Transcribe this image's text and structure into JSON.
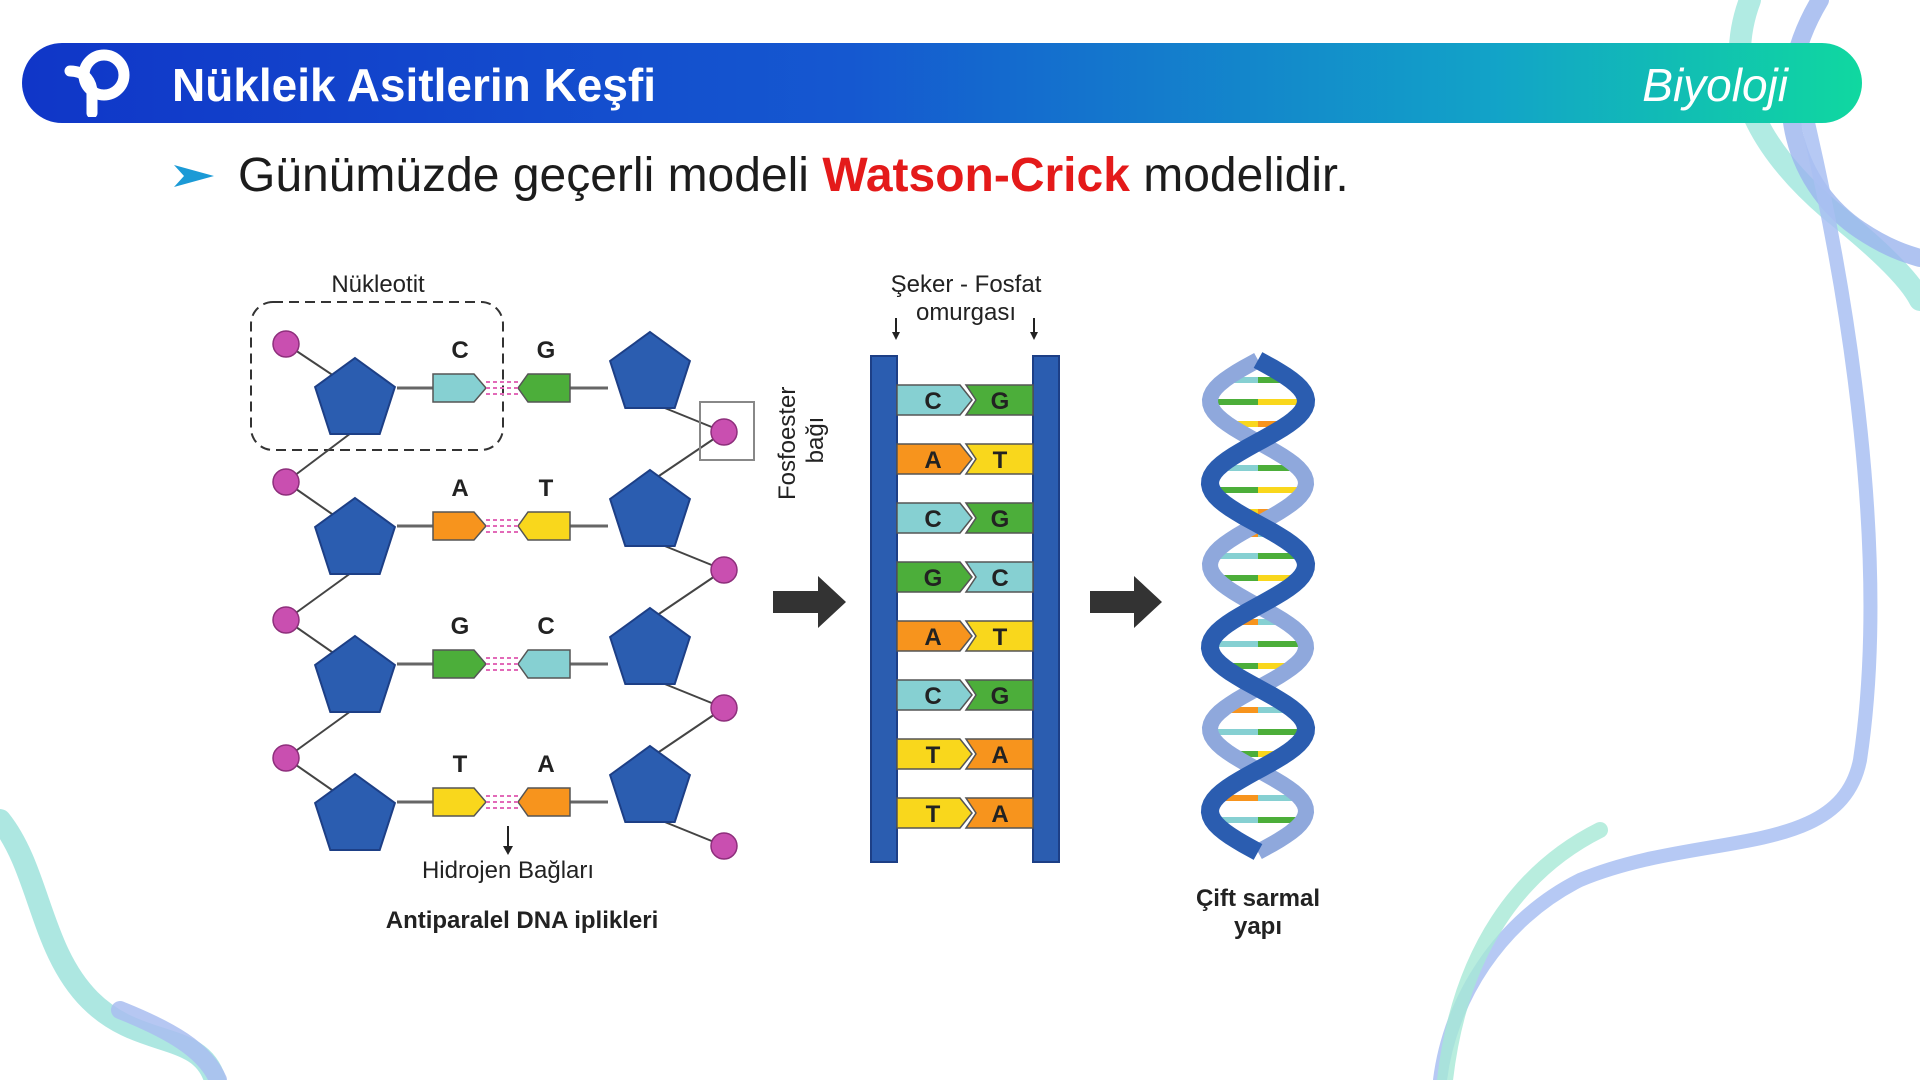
{
  "header": {
    "title": "Nükleik Asitlerin Keşfi",
    "subject": "Biyoloji"
  },
  "bullet": {
    "before": "Günümüzde geçerli modeli",
    "highlight": "Watson-Crick",
    "after": "modelidir."
  },
  "diagram": {
    "nucleotide_label": "Nükleotit",
    "phosphodiester_label_line1": "Fosfoester",
    "phosphodiester_label_line2": "bağı",
    "hydrogen_bonds_label": "Hidrojen Bağları",
    "antiparallel_caption": "Antiparalel DNA iplikleri",
    "backbone_label_line1": "Şeker - Fosfat",
    "backbone_label_line2": "omurgası",
    "double_helix_line1": "Çift sarmal",
    "double_helix_line2": "yapı",
    "left_strand_pairs": [
      {
        "left": "C",
        "right": "G"
      },
      {
        "left": "A",
        "right": "T"
      },
      {
        "left": "G",
        "right": "C"
      },
      {
        "left": "T",
        "right": "A"
      }
    ],
    "ladder_pairs": [
      {
        "left": "C",
        "right": "G"
      },
      {
        "left": "A",
        "right": "T"
      },
      {
        "left": "C",
        "right": "G"
      },
      {
        "left": "G",
        "right": "C"
      },
      {
        "left": "A",
        "right": "T"
      },
      {
        "left": "C",
        "right": "G"
      },
      {
        "left": "T",
        "right": "A"
      },
      {
        "left": "T",
        "right": "A"
      }
    ],
    "base_colors": {
      "A": "#f7941d",
      "T": "#f9d71c",
      "C": "#86d0d2",
      "G": "#4cae3a"
    },
    "colors": {
      "pentose": "#2b5db0",
      "pentose_stroke": "#1d3f86",
      "phosphate": "#c94fb0",
      "hbond": "#e26ab8",
      "arrow": "#333333",
      "backbone": "#2b5db0"
    }
  }
}
